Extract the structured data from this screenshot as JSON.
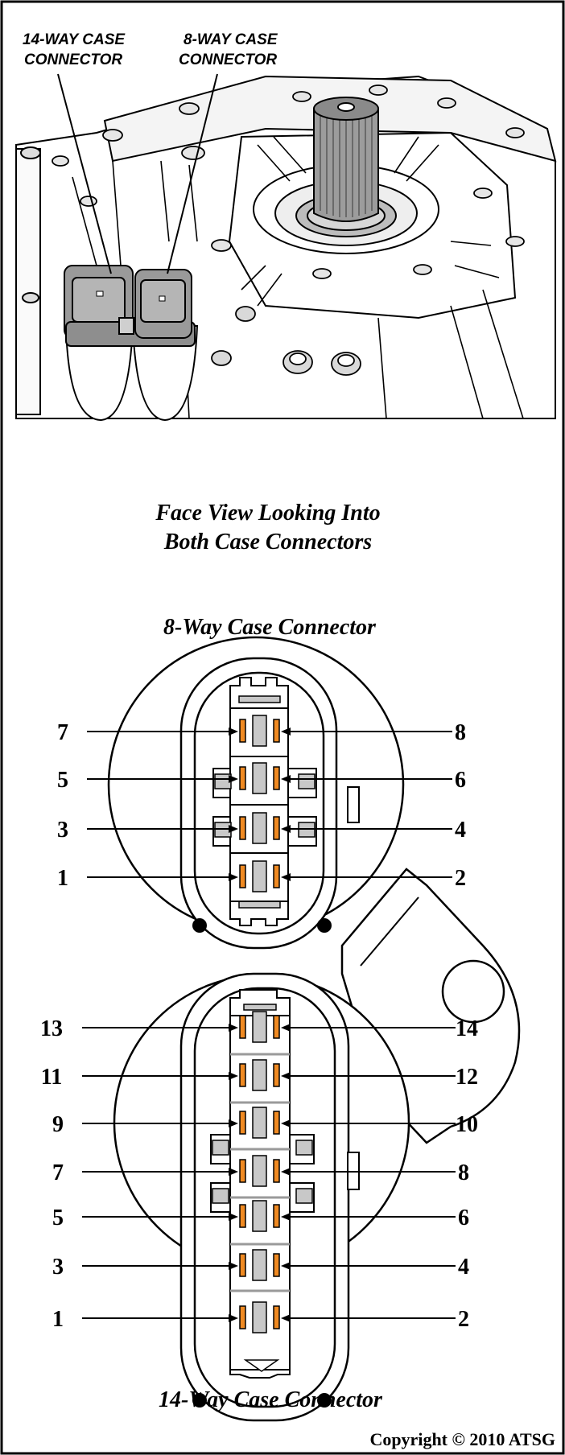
{
  "callouts": {
    "connector_14_line1": "14-WAY CASE",
    "connector_14_line2": "CONNECTOR",
    "connector_8_line1": "8-WAY CASE",
    "connector_8_line2": "CONNECTOR"
  },
  "captions": {
    "face_view_line1": "Face View Looking Into",
    "face_view_line2": "Both Case Connectors",
    "eight_way_title": "8-Way Case Connector",
    "fourteen_way_title": "14-Way Case Connector"
  },
  "eight_way_pins": {
    "left": [
      "7",
      "5",
      "3",
      "1"
    ],
    "right": [
      "8",
      "6",
      "4",
      "2"
    ]
  },
  "fourteen_way_pins": {
    "left": [
      "13",
      "11",
      "9",
      "7",
      "5",
      "3",
      "1"
    ],
    "right": [
      "14",
      "12",
      "10",
      "8",
      "6",
      "4",
      "2"
    ]
  },
  "copyright": "Copyright © 2010 ATSG",
  "colors": {
    "terminal": "#f08a22",
    "housing_gray": "#c8c8c8",
    "connector_gray": "#9a9a9a",
    "line": "#000000"
  }
}
